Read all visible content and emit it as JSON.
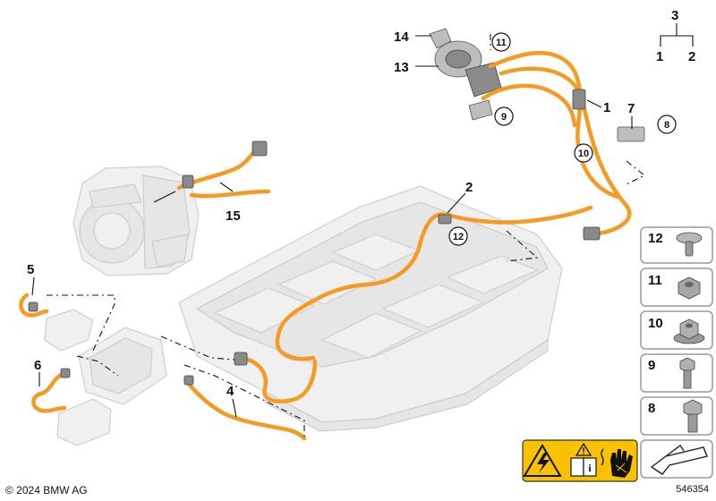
{
  "diagram": {
    "callouts": [
      {
        "id": "c1",
        "label": "1"
      },
      {
        "id": "c2",
        "label": "2"
      },
      {
        "id": "c3",
        "label": "3"
      },
      {
        "id": "c3a",
        "label": "1"
      },
      {
        "id": "c3b",
        "label": "2"
      },
      {
        "id": "c4",
        "label": "4"
      },
      {
        "id": "c5",
        "label": "5"
      },
      {
        "id": "c6",
        "label": "6"
      },
      {
        "id": "c7",
        "label": "7"
      },
      {
        "id": "c13",
        "label": "13"
      },
      {
        "id": "c14",
        "label": "14"
      },
      {
        "id": "c15",
        "label": "15"
      }
    ],
    "circled_refs": [
      {
        "id": "r8",
        "label": "8"
      },
      {
        "id": "r9",
        "label": "9"
      },
      {
        "id": "r10",
        "label": "10"
      },
      {
        "id": "r11",
        "label": "11"
      },
      {
        "id": "r12",
        "label": "12"
      }
    ],
    "hardware_panel": [
      {
        "label": "12",
        "part": "push-clip"
      },
      {
        "label": "11",
        "part": "hex-nut"
      },
      {
        "label": "10",
        "part": "flange-nut"
      },
      {
        "label": "9",
        "part": "hex-bolt"
      },
      {
        "label": "8",
        "part": "hex-bolt"
      }
    ],
    "icons": [
      "high-voltage-warning-icon",
      "caution-triangle-icon",
      "manual-info-icon",
      "insulated-glove-icon",
      "arrow-panel-icon"
    ]
  },
  "footer": {
    "copyright": "© 2024 BMW AG",
    "doc_number": "546354"
  },
  "colors": {
    "harness": "#f59a23",
    "warning_yellow": "#f9c200",
    "ghost": "#f0f0f0"
  }
}
